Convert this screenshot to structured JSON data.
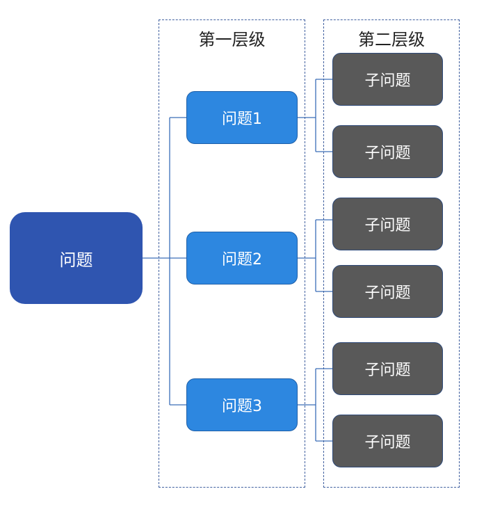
{
  "columns": {
    "level1_title": "第一层级",
    "level2_title": "第二层级"
  },
  "root": {
    "label": "问题"
  },
  "level1": [
    {
      "label": "问题1"
    },
    {
      "label": "问题2"
    },
    {
      "label": "问题3"
    }
  ],
  "level2": [
    {
      "label": "子问题"
    },
    {
      "label": "子问题"
    },
    {
      "label": "子问题"
    },
    {
      "label": "子问题"
    },
    {
      "label": "子问题"
    },
    {
      "label": "子问题"
    }
  ],
  "colors": {
    "root": "#2f55b0",
    "level1": "#2d87e0",
    "level2": "#595959",
    "connector": "#3a6db8",
    "frame": "#3f5f9f"
  }
}
